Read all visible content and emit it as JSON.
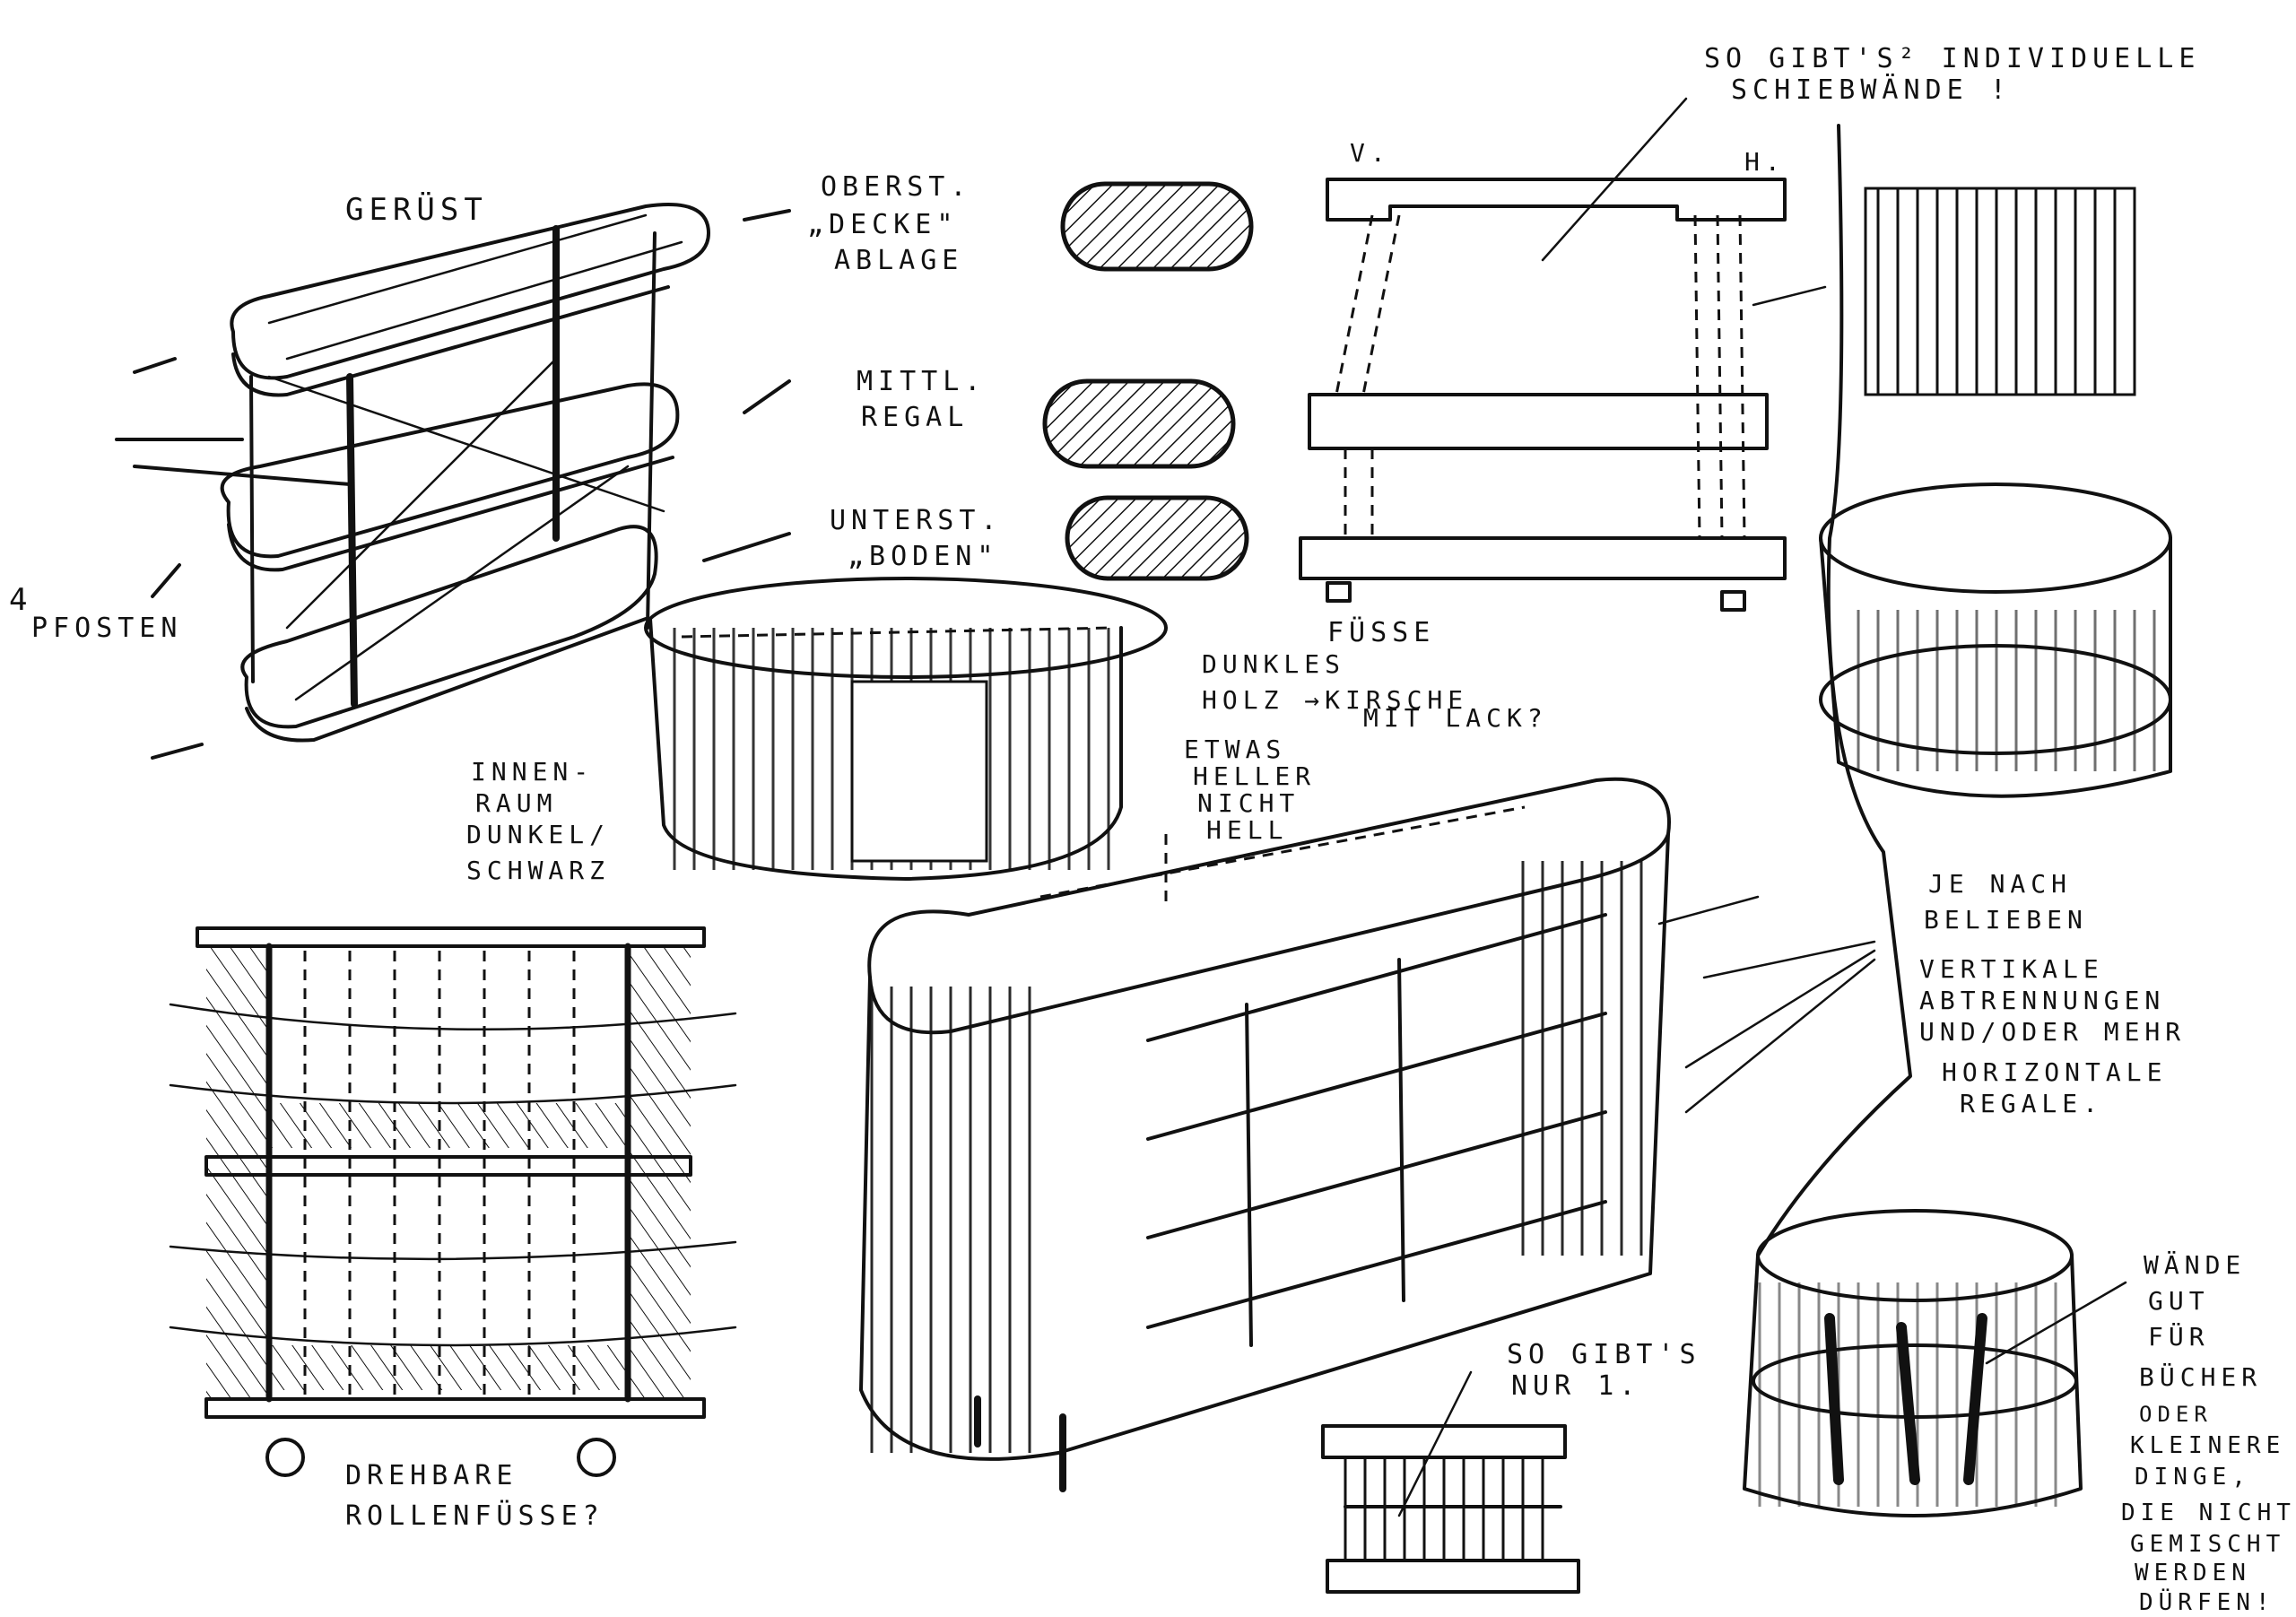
{
  "labels": {
    "geruest": "GERÜST",
    "oberst_1": "OBERST.",
    "oberst_2": "„DECKE\"",
    "oberst_3": "ABLAGE",
    "mittl_1": "MITTL.",
    "mittl_2": "REGAL",
    "unterst_1": "UNTERST.",
    "unterst_2": "„BODEN\"",
    "pfosten_1": "4",
    "pfosten_2": "PFOSTEN",
    "innenraum_1": "INNEN-",
    "innenraum_2": "RAUM",
    "innenraum_3": "DUNKEL/",
    "innenraum_4": "SCHWARZ",
    "dunkel_1": "DUNKLES",
    "dunkel_2": "HOLZ →KIRSCHE",
    "dunkel_3": "MIT LACK?",
    "etwas_1": "ETWAS",
    "etwas_2": "HELLER",
    "etwas_3": "NICHT",
    "etwas_4": "HELL",
    "sogibts_1": "SO GIBT'S² INDIVIDUELLE",
    "sogibts_2": "SCHIEBWÄNDE !",
    "v": "V.",
    "h": "H.",
    "fuesse": "FÜSSE",
    "jenach_1": "JE NACH",
    "jenach_2": "BELIEBEN",
    "jenach_3": "VERTIKALE",
    "jenach_4": "ABTRENNUNGEN",
    "jenach_5": "UND/ODER MEHR",
    "jenach_6": "HORIZONTALE",
    "jenach_7": "REGALE.",
    "drehbare_1": "DREHBARE",
    "drehbare_2": "ROLLENFÜSSE?",
    "sonur_1": "SO GIBT'S",
    "sonur_2": "NUR 1.",
    "waende_1": "WÄNDE",
    "waende_2": "GUT",
    "waende_3": "FÜR",
    "waende_4": "BÜCHER",
    "waende_5": "ODER",
    "waende_6": "KLEINERE",
    "waende_7": "DINGE,",
    "waende_8": "DIE NICHT",
    "waende_9": "GEMISCHT",
    "waende_10": "WERDEN",
    "waende_11": "DÜRFEN!"
  }
}
